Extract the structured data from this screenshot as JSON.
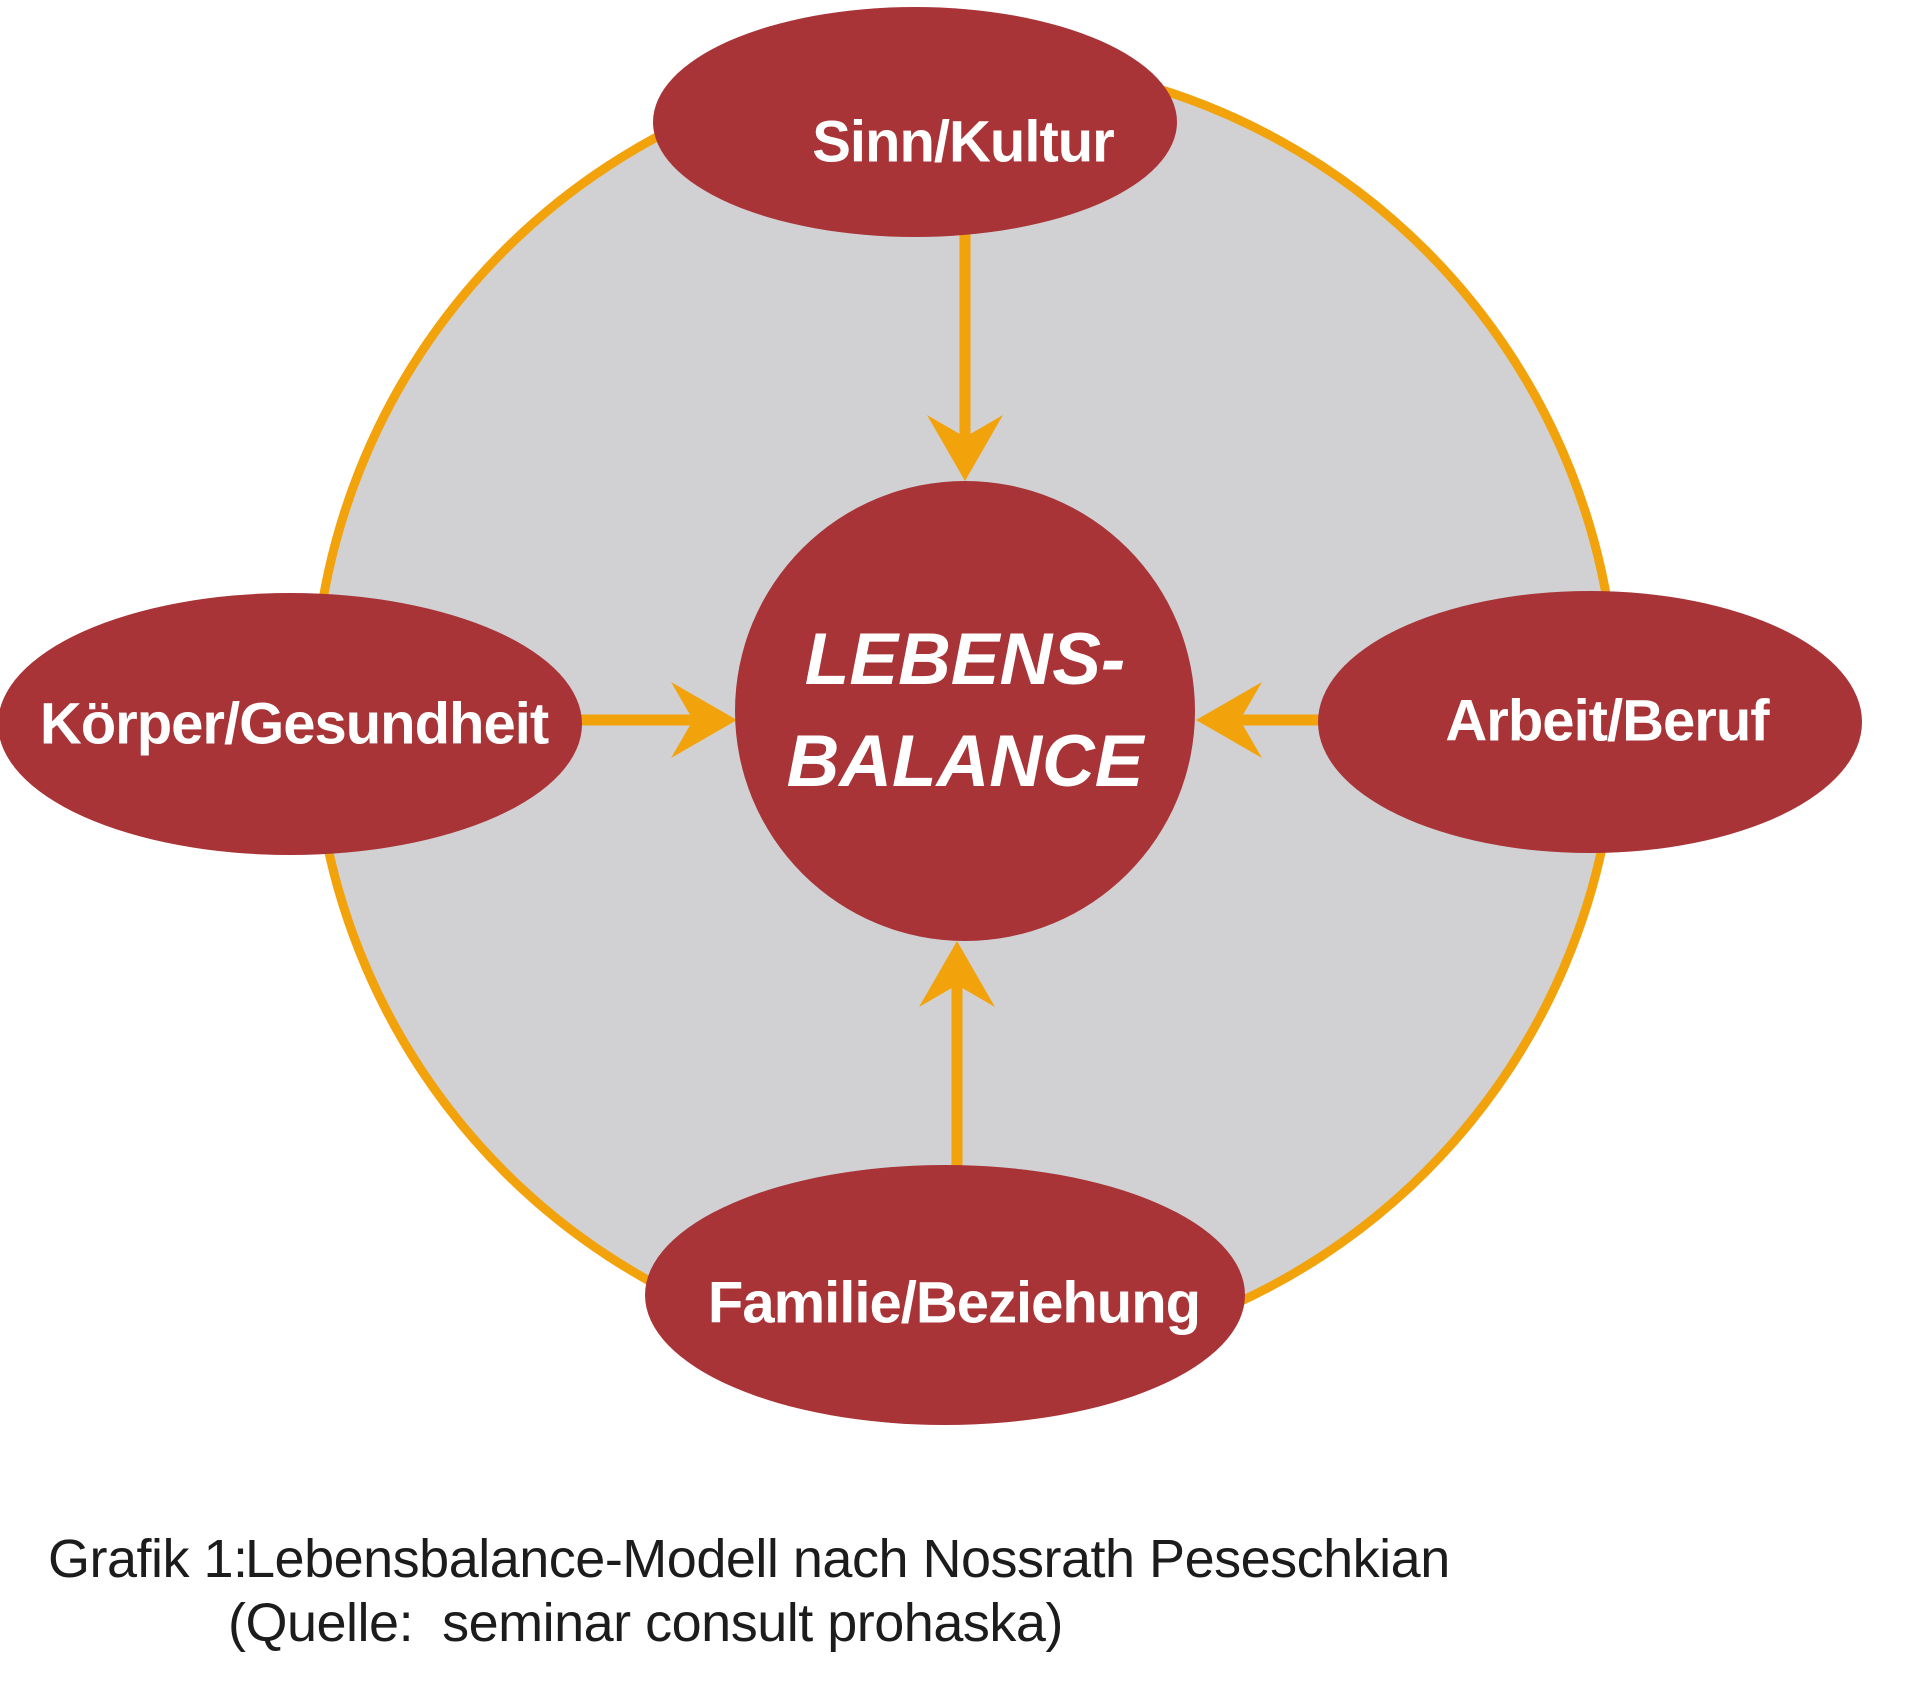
{
  "diagram": {
    "center": {
      "line1": "LEBENS-",
      "line2": "BALANCE"
    },
    "nodes": {
      "top": {
        "label": "Sinn/Kultur"
      },
      "left": {
        "label": "Körper/Gesundheit"
      },
      "right": {
        "label": "Arbeit/Beruf"
      },
      "bottom": {
        "label": "Familie/Beziehung"
      }
    },
    "arrows": [
      {
        "name": "arrow-top-to-center",
        "direction": "down"
      },
      {
        "name": "arrow-left-to-center",
        "direction": "right"
      },
      {
        "name": "arrow-right-to-center",
        "direction": "left"
      },
      {
        "name": "arrow-bottom-to-center",
        "direction": "up"
      }
    ]
  },
  "caption": {
    "label": "Grafik 1:",
    "line1": "Lebensbalance-Modell nach Nossrath Peseschkian",
    "line2": "(Quelle:  seminar consult prohaska)"
  },
  "colors": {
    "node_fill": "#A93438",
    "ring_and_arrows": "#F2A30B",
    "inner_disc": "#D1D1D3",
    "caption_ink": "#1C1C1C",
    "label_text": "#FFFFFF"
  }
}
